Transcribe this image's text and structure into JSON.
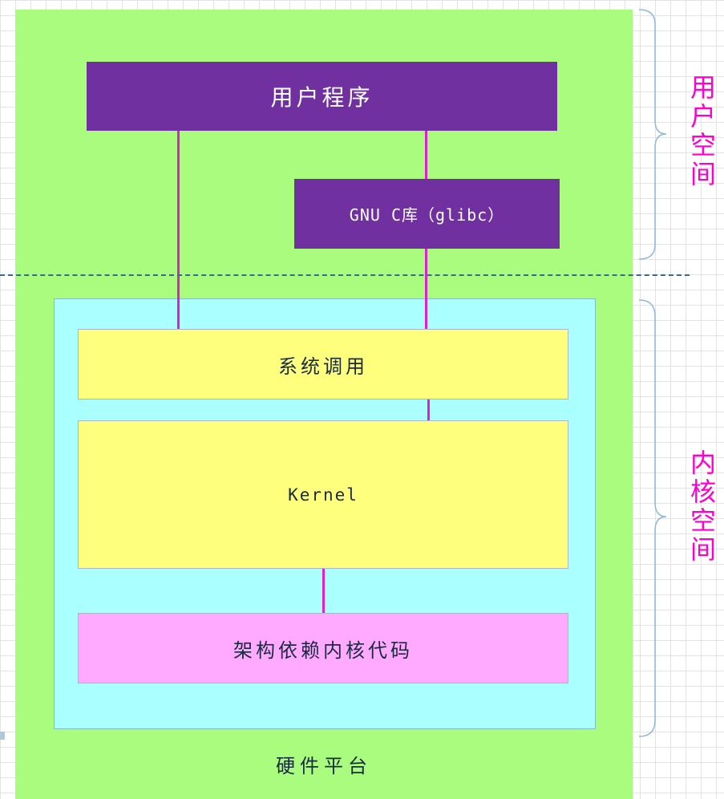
{
  "diagram": {
    "hardware_platform": "硬件平台",
    "user_program": "用户程序",
    "glibc": "GNU C库（glibc）",
    "system_call": "系统调用",
    "kernel": "Kernel",
    "arch_code": "架构依赖内核代码",
    "user_space": "用户空间",
    "kernel_space": "内核空间"
  },
  "colors": {
    "hardware": "#aafc7e",
    "kernel_area": "#aaffff",
    "purple_box": "#7030a0",
    "yellow_box": "#ffff7e",
    "pink_box": "#ffaaff",
    "connector": "#e020d0",
    "space_label": "#ff00cc"
  }
}
